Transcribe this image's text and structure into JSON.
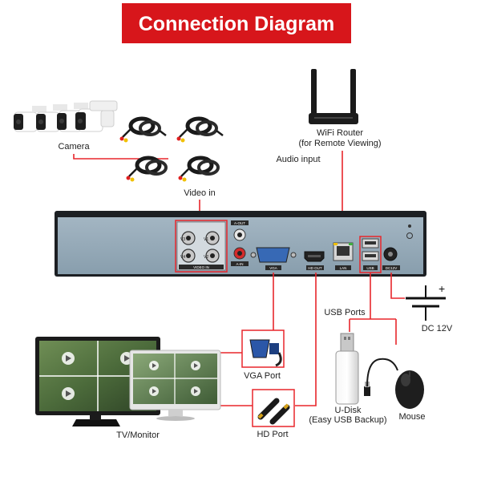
{
  "title": "Connection Diagram",
  "colors": {
    "banner": "#d7161b",
    "wire": "#e8262b",
    "dvr_face": "#8fa3b2",
    "dvr_body": "#1c1f23"
  },
  "labels": {
    "camera": "Camera",
    "video_in": "Video in",
    "router_line1": "WiFi Router",
    "router_line2": "(for Remote Viewing)",
    "audio_input": "Audio input",
    "usb_ports": "USB Ports",
    "dc": "DC 12V",
    "vga_port": "VGA Port",
    "hd_port": "HD Port",
    "udisk_line1": "U-Disk",
    "udisk_line2": "(Easy USB Backup)",
    "mouse": "Mouse",
    "tv_monitor": "TV/Monitor"
  },
  "panel_labels": {
    "a_out": "A-OUT",
    "a_in": "A-IN",
    "video_in_panel": "VIDEO IN",
    "vga": "VGA",
    "hd_out": "HD OUT",
    "lan": "LAN",
    "usb": "USB",
    "dc12v": "DC12V",
    "v1": "V1",
    "v2": "V2",
    "v3": "V3",
    "v4": "V4"
  },
  "icons": [
    "camera-icon",
    "cable-icon",
    "router-icon",
    "dvr-device",
    "vga-plug-icon",
    "hdmi-plug-icon",
    "usb-flash-drive-icon",
    "mouse-icon",
    "dc-power-icon",
    "monitor-icon"
  ]
}
